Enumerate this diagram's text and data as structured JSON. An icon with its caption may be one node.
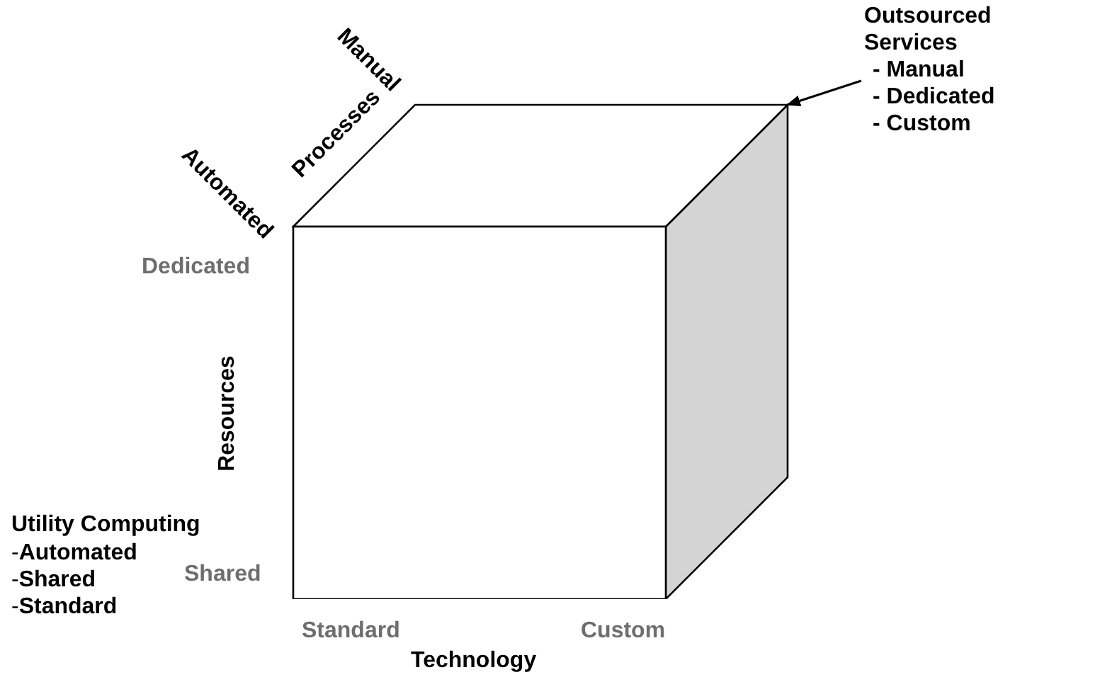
{
  "diagram": {
    "nodes": [
      {
        "text": [
          "Outsourced Services",
          "- Manual",
          "- Dedicated",
          "- Custom"
        ]
      },
      {
        "text": [],
        "shape": "box"
      }
    ],
    "edges": [
      {
        "from": 0,
        "to": 1,
        "arrow": "to"
      }
    ],
    "labels": [
      "Manual",
      "Processes",
      "Automated",
      "Dedicated",
      "Resources",
      "Utility Computing",
      "-**Automated**",
      "-**Shared**",
      "-**Standard**",
      "Shared",
      "Standard",
      "Custom",
      "Technology"
    ]
  }
}
